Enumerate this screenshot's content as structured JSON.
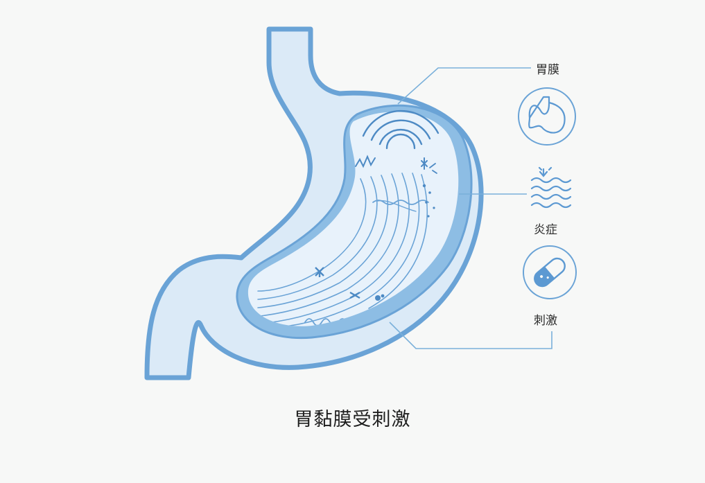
{
  "labels": {
    "mucosa": "胃膜",
    "inflammation": "炎症",
    "stimulation": "刺激"
  },
  "caption": "胃黏膜受刺激",
  "icons": [
    "stomach-mucosa-icon",
    "inflammation-waves-icon",
    "capsule-pill-icon"
  ],
  "colors": {
    "outline": "#6aa3d6",
    "fill_light": "#dbeaf7",
    "fill_mid": "#e8f2fb",
    "mucosa_band": "#7fb3e0",
    "background": "#f7f8f7",
    "leader": "#7ab0da"
  }
}
